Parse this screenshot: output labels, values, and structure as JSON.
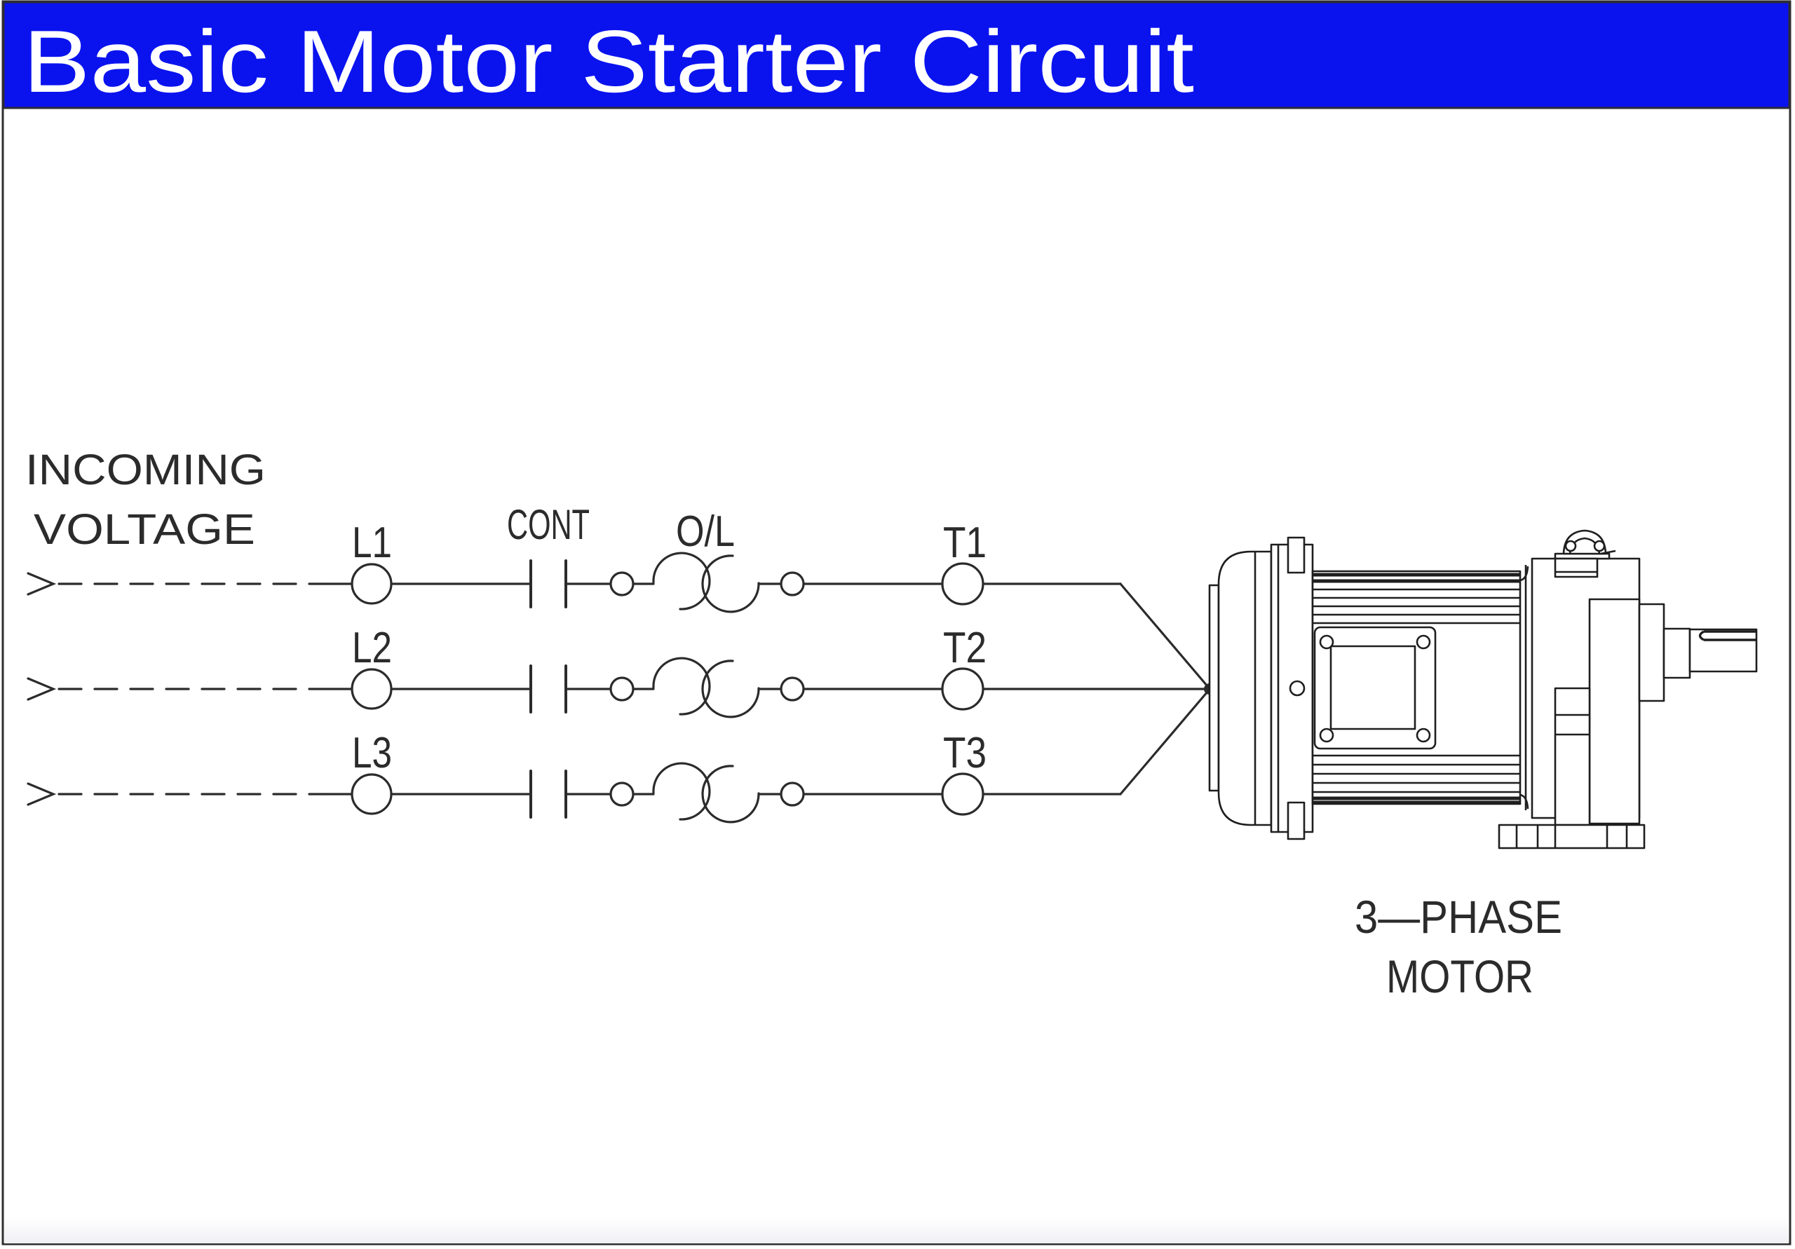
{
  "title_bar": {
    "title": "Basic Motor Starter Circuit",
    "bg_color": "#0a13ee",
    "text_color": "#ffffff"
  },
  "diagram": {
    "incoming_label_line1": "INCOMING",
    "incoming_label_line2": "VOLTAGE",
    "contactor_label": "CONT",
    "overload_label": "O/L",
    "line_terminals": [
      "L1",
      "L2",
      "L3"
    ],
    "load_terminals": [
      "T1",
      "T2",
      "T3"
    ],
    "motor_label_line1": "3—PHASE",
    "motor_label_line2": "MOTOR",
    "line_color": "#2b2b2b"
  }
}
